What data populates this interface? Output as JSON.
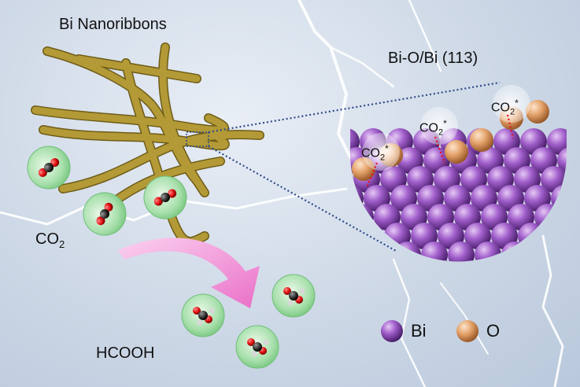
{
  "title": "Bi Nanoribbons",
  "surface_label": "Bi-O/Bi (113)",
  "reactant": {
    "base": "CO",
    "sub": "2"
  },
  "product": "HCOOH",
  "adsorbate": {
    "base": "CO",
    "sub": "2",
    "sup": "*"
  },
  "legend": [
    {
      "label": "Bi",
      "color": "#9a55c4"
    },
    {
      "label": "O",
      "color": "#e5a36d"
    }
  ],
  "colors": {
    "ribbon": "#a58d2f",
    "bi_atom": "#9a55c4",
    "o_atom": "#e5a36d",
    "arrow": "#ee8fd2",
    "bubble": "#9fd9a4",
    "dotted_line": "#2c4a8a"
  }
}
